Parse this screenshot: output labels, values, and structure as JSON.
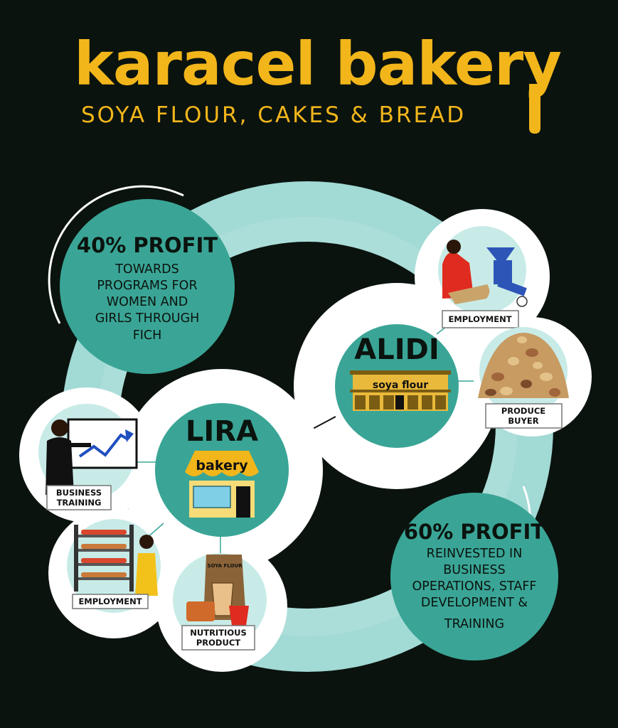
{
  "header": {
    "title": "karacel bakery",
    "subtitle": "SOYA FLOUR, CAKES & BREAD"
  },
  "profit_left": {
    "percent": "40% PROFIT",
    "lines": [
      "TOWARDS",
      "PROGRAMS FOR",
      "WOMEN AND",
      "GIRLS THROUGH",
      "FICH"
    ]
  },
  "profit_right": {
    "percent": "60% PROFIT",
    "lines": [
      "REINVESTED IN",
      "BUSINESS",
      "OPERATIONS, STAFF",
      "DEVELOPMENT &",
      "TRAINING"
    ]
  },
  "alidi": {
    "name": "ALIDI",
    "shop_sign": "soya flour",
    "satellites": {
      "employment": "EMPLOYMENT",
      "produce_buyer": [
        "PRODUCE",
        "BUYER"
      ]
    }
  },
  "lira": {
    "name": "LIRA",
    "shop_sign": "bakery",
    "satellites": {
      "business_training": [
        "BUSINESS",
        "TRAINING"
      ],
      "employment": "EMPLOYMENT",
      "nutritious_product": [
        "NUTRITIOUS",
        "PRODUCT"
      ]
    }
  },
  "product_bag_label": "SOYA FLOUR",
  "colors": {
    "background": "#0b130e",
    "brand_yellow": "#f2b61b",
    "teal": "#3aa596",
    "ring": "#a2dad5"
  }
}
